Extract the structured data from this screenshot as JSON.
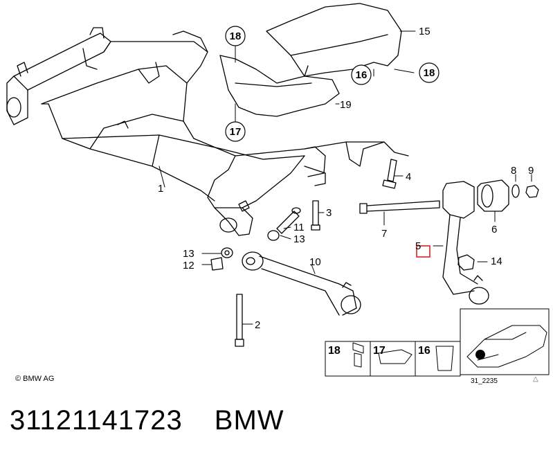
{
  "callouts": {
    "c1": "1",
    "c2": "2",
    "c3": "3",
    "c4": "4",
    "c5": "5",
    "c6": "6",
    "c7": "7",
    "c8": "8",
    "c9": "9",
    "c10": "10",
    "c11": "11",
    "c12": "12",
    "c13a": "13",
    "c13b": "13",
    "c14": "14",
    "c15": "15",
    "c16": "16",
    "c17": "17",
    "c18a": "18",
    "c18b": "18",
    "c19": "19"
  },
  "inset_labels": {
    "i18": "18",
    "i17": "17",
    "i16": "16"
  },
  "copyright": "© BMW AG",
  "drawing_id": "31_2235",
  "footer": {
    "part_number": "31121141723",
    "brand": "BMW"
  },
  "highlight_color": "#e02020"
}
